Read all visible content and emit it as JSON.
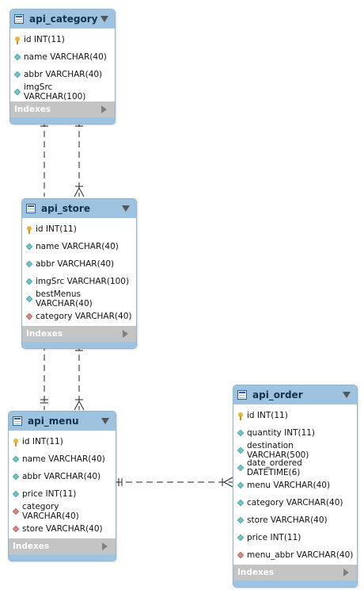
{
  "tables": {
    "api_category": {
      "name": "api_category",
      "columns": [
        {
          "icon": "primary-key-icon",
          "text": "id INT(11)"
        },
        {
          "icon": "column-icon",
          "text": "name VARCHAR(40)"
        },
        {
          "icon": "column-icon",
          "text": "abbr VARCHAR(40)"
        },
        {
          "icon": "column-icon",
          "text": "imgSrc VARCHAR(100)"
        }
      ],
      "indexes_label": "Indexes"
    },
    "api_store": {
      "name": "api_store",
      "columns": [
        {
          "icon": "primary-key-icon",
          "text": "id INT(11)"
        },
        {
          "icon": "column-icon",
          "text": "name VARCHAR(40)"
        },
        {
          "icon": "column-icon",
          "text": "abbr VARCHAR(40)"
        },
        {
          "icon": "column-icon",
          "text": "imgSrc VARCHAR(100)"
        },
        {
          "icon": "column-icon",
          "text": "bestMenus VARCHAR(40)"
        },
        {
          "icon": "foreign-key-icon",
          "text": "category VARCHAR(40)"
        }
      ],
      "indexes_label": "Indexes"
    },
    "api_menu": {
      "name": "api_menu",
      "columns": [
        {
          "icon": "primary-key-icon",
          "text": "id INT(11)"
        },
        {
          "icon": "column-icon",
          "text": "name VARCHAR(40)"
        },
        {
          "icon": "column-icon",
          "text": "abbr VARCHAR(40)"
        },
        {
          "icon": "column-icon",
          "text": "price INT(11)"
        },
        {
          "icon": "foreign-key-icon",
          "text": "category VARCHAR(40)"
        },
        {
          "icon": "foreign-key-icon",
          "text": "store VARCHAR(40)"
        }
      ],
      "indexes_label": "Indexes"
    },
    "api_order": {
      "name": "api_order",
      "columns": [
        {
          "icon": "primary-key-icon",
          "text": "id INT(11)"
        },
        {
          "icon": "column-icon",
          "text": "quantity INT(11)"
        },
        {
          "icon": "column-icon",
          "text": "destination VARCHAR(500)"
        },
        {
          "icon": "column-icon",
          "text": "date_ordered DATETIME(6)"
        },
        {
          "icon": "column-icon",
          "text": "menu VARCHAR(40)"
        },
        {
          "icon": "column-icon",
          "text": "category VARCHAR(40)"
        },
        {
          "icon": "column-icon",
          "text": "store VARCHAR(40)"
        },
        {
          "icon": "column-icon",
          "text": "price INT(11)"
        },
        {
          "icon": "foreign-key-icon",
          "text": "menu_abbr VARCHAR(40)"
        }
      ],
      "indexes_label": "Indexes"
    }
  },
  "relationships": [
    {
      "from": "api_category",
      "to": "api_store",
      "from_end": "one-mandatory",
      "to_end": "one-mandatory"
    },
    {
      "from": "api_category",
      "to": "api_store",
      "from_end": "one-mandatory",
      "to_end": "many-mandatory"
    },
    {
      "from": "api_store",
      "to": "api_menu",
      "from_end": "one-mandatory",
      "to_end": "one-mandatory"
    },
    {
      "from": "api_store",
      "to": "api_menu",
      "from_end": "one-mandatory",
      "to_end": "many-mandatory"
    },
    {
      "from": "api_menu",
      "to": "api_order",
      "from_end": "one-mandatory",
      "to_end": "many-mandatory"
    }
  ]
}
